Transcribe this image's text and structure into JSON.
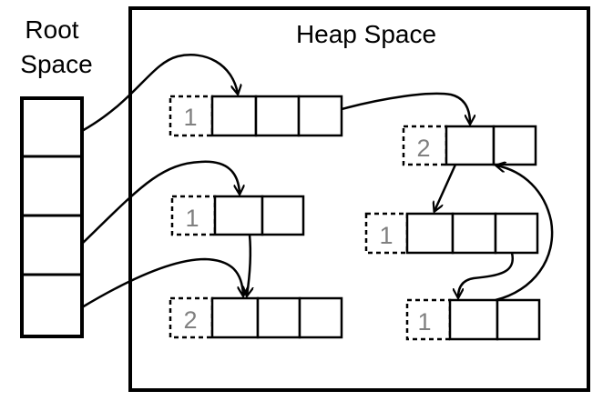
{
  "labels": {
    "root_space": [
      "Root",
      "Space"
    ],
    "heap_space": "Heap Space"
  },
  "heap_objects": [
    {
      "id": "obj-a",
      "ref_count": "1",
      "cells": 3
    },
    {
      "id": "obj-b",
      "ref_count": "2",
      "cells": 2
    },
    {
      "id": "obj-c",
      "ref_count": "1",
      "cells": 2
    },
    {
      "id": "obj-d",
      "ref_count": "1",
      "cells": 3
    },
    {
      "id": "obj-e",
      "ref_count": "2",
      "cells": 3
    },
    {
      "id": "obj-f",
      "ref_count": "1",
      "cells": 2
    }
  ],
  "root_slots": 4
}
